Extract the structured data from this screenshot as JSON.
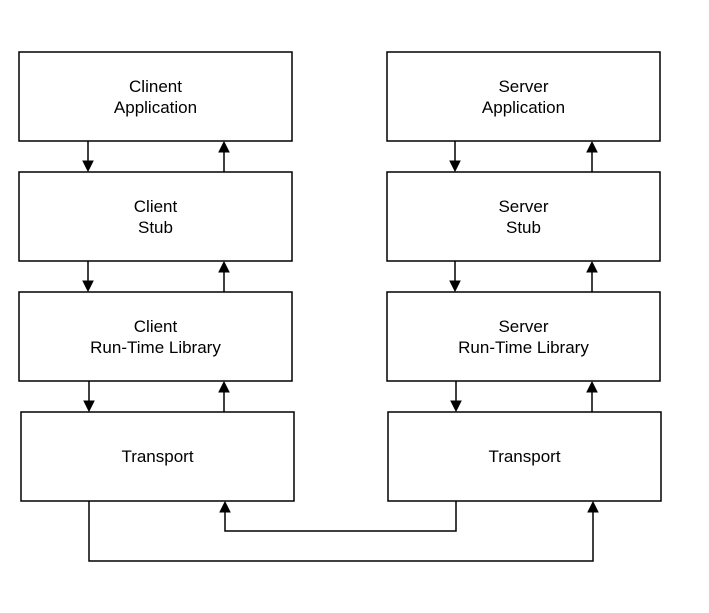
{
  "client": {
    "application": {
      "line1": "Clinent",
      "line2": "Application"
    },
    "stub": {
      "line1": "Client",
      "line2": "Stub"
    },
    "runtime": {
      "line1": "Client",
      "line2": "Run-Time Library"
    },
    "transport": {
      "label": "Transport"
    }
  },
  "server": {
    "application": {
      "line1": "Server",
      "line2": "Application"
    },
    "stub": {
      "line1": "Server",
      "line2": "Stub"
    },
    "runtime": {
      "line1": "Server",
      "line2": "Run-Time Library"
    },
    "transport": {
      "label": "Transport"
    }
  },
  "colors": {
    "stroke": "#000000",
    "background": "#ffffff"
  }
}
